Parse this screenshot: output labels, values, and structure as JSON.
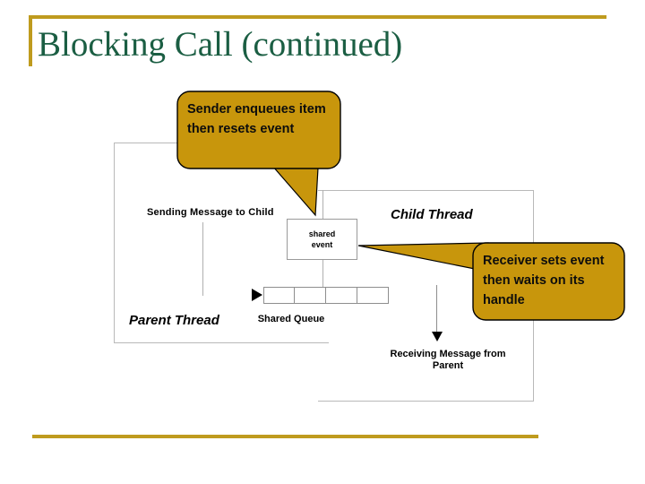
{
  "slide": {
    "title": "Blocking Call (continued)",
    "accent_color": "#bf9b1e",
    "title_color": "#1b5e43",
    "callout_fill": "#c8960c",
    "background": "#ffffff"
  },
  "callouts": [
    {
      "id": "sender-callout",
      "text": "Sender enqueues item then resets event",
      "tail_direction": "down"
    },
    {
      "id": "receiver-callout",
      "text": "Receiver sets event then waits on its handle",
      "tail_direction": "left"
    }
  ],
  "diagram": {
    "parent": {
      "thread_label": "Parent Thread",
      "action_label": "Sending Message to Child"
    },
    "child": {
      "thread_label": "Child Thread",
      "action_label": "Receiving Message from Parent"
    },
    "shared_event": {
      "line1": "shared",
      "line2": "event"
    },
    "shared_queue": {
      "label": "Shared Queue",
      "cells": [
        "",
        "",
        "",
        ""
      ]
    }
  }
}
